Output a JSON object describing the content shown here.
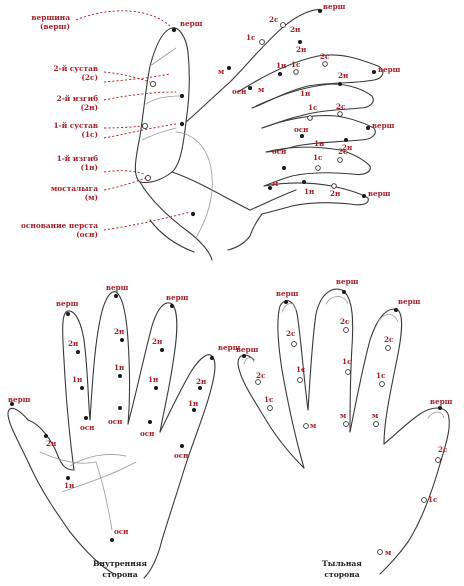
{
  "colors": {
    "label": "#a8202a",
    "line": "#3a3a3a",
    "caption": "#222222"
  },
  "point_labels": {
    "tip": "верш",
    "joint2": "2с",
    "bend2": "2н",
    "joint1": "1с",
    "bend1": "1н",
    "thumb_base": "м",
    "base": "осн"
  },
  "legend": [
    {
      "line1": "вершина",
      "line2": "(верш)"
    },
    {
      "line1": "2-й сустав",
      "line2": "(2с)"
    },
    {
      "line1": "2-й изгиб",
      "line2": "(2н)"
    },
    {
      "line1": "1-й сустав",
      "line2": "(1с)"
    },
    {
      "line1": "1-й изгиб",
      "line2": "(1н)"
    },
    {
      "line1": "мосталыга",
      "line2": "(м)"
    },
    {
      "line1": "основание перста",
      "line2": "(осн)"
    }
  ],
  "captions": {
    "inner": {
      "line1": "Внутренняя",
      "line2": "сторона"
    },
    "outer": {
      "line1": "Тыльная",
      "line2": "сторона"
    }
  }
}
